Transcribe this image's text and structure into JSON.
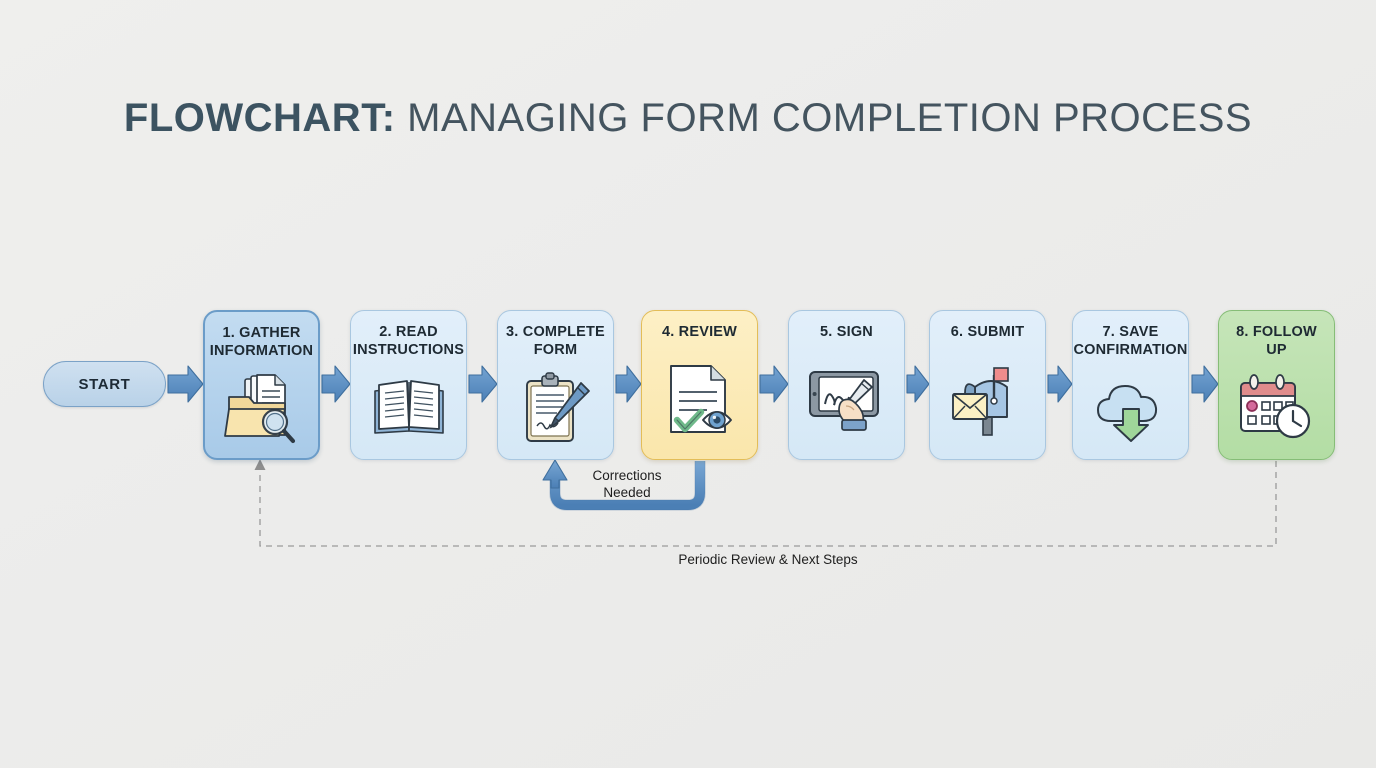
{
  "title": {
    "strong": "FLOWCHART:",
    "rest": " MANAGING FORM COMPLETION PROCESS"
  },
  "colors": {
    "background": "#ececeb",
    "title_text": "#44545f",
    "node_blue_fill": "#d8eaf7",
    "node_blue_border": "#a9c7e0",
    "node_highlight_fill": "#b8d4ec",
    "node_highlight_border": "#6b9cc8",
    "node_review_fill": "#fae6ab",
    "node_review_border": "#e3bd58",
    "node_followup_fill": "#b3dda4",
    "node_followup_border": "#86bd77",
    "arrow_fill": "#5b8fc4",
    "arrow_border": "#3f6f9e",
    "loop_arrow": "#5b8fc4",
    "dashed_line": "#9a9a9a"
  },
  "start": {
    "label": "START",
    "icon": "start-pill"
  },
  "steps": [
    {
      "id": "step-1",
      "label": "1. GATHER\nINFORMATION",
      "icon": "folder-search-icon",
      "style": "accent-blue"
    },
    {
      "id": "step-2",
      "label": "2. READ\nINSTRUCTIONS",
      "icon": "open-book-icon",
      "style": "plain"
    },
    {
      "id": "step-3",
      "label": "3. COMPLETE\nFORM",
      "icon": "clipboard-pen-icon",
      "style": "plain"
    },
    {
      "id": "step-4",
      "label": "4. REVIEW",
      "icon": "document-check-eye-icon",
      "style": "accent-yellow"
    },
    {
      "id": "step-5",
      "label": "5. SIGN",
      "icon": "tablet-signature-icon",
      "style": "plain"
    },
    {
      "id": "step-6",
      "label": "6. SUBMIT",
      "icon": "mailbox-envelope-icon",
      "style": "plain"
    },
    {
      "id": "step-7",
      "label": "7. SAVE\nCONFIRMATION",
      "icon": "cloud-download-icon",
      "style": "plain"
    },
    {
      "id": "step-8",
      "label": "8. FOLLOW\nUP",
      "icon": "calendar-clock-icon",
      "style": "accent-green"
    }
  ],
  "edges": {
    "corrections_label": "Corrections\nNeeded",
    "periodic_label": "Periodic Review & Next Steps"
  },
  "chart_data": {
    "type": "diagram",
    "diagram_type": "flowchart",
    "title": "FLOWCHART: MANAGING FORM COMPLETION PROCESS",
    "orientation": "left-to-right",
    "nodes": [
      {
        "key": "start",
        "text": "START",
        "shape": "pill",
        "fill": "#c4dbee"
      },
      {
        "key": "s1",
        "text": "1. GATHER INFORMATION",
        "shape": "rounded-rect",
        "fill": "#b8d4ec"
      },
      {
        "key": "s2",
        "text": "2. READ INSTRUCTIONS",
        "shape": "rounded-rect",
        "fill": "#d8eaf7"
      },
      {
        "key": "s3",
        "text": "3. COMPLETE FORM",
        "shape": "rounded-rect",
        "fill": "#d8eaf7"
      },
      {
        "key": "s4",
        "text": "4. REVIEW",
        "shape": "rounded-rect",
        "fill": "#fae6ab"
      },
      {
        "key": "s5",
        "text": "5. SIGN",
        "shape": "rounded-rect",
        "fill": "#d8eaf7"
      },
      {
        "key": "s6",
        "text": "6. SUBMIT",
        "shape": "rounded-rect",
        "fill": "#d8eaf7"
      },
      {
        "key": "s7",
        "text": "7. SAVE CONFIRMATION",
        "shape": "rounded-rect",
        "fill": "#d8eaf7"
      },
      {
        "key": "s8",
        "text": "8. FOLLOW UP",
        "shape": "rounded-rect",
        "fill": "#b3dda4"
      }
    ],
    "edges": [
      {
        "from": "start",
        "to": "s1",
        "label": "",
        "style": "solid-block-arrow"
      },
      {
        "from": "s1",
        "to": "s2",
        "label": "",
        "style": "solid-block-arrow"
      },
      {
        "from": "s2",
        "to": "s3",
        "label": "",
        "style": "solid-block-arrow"
      },
      {
        "from": "s3",
        "to": "s4",
        "label": "",
        "style": "solid-block-arrow"
      },
      {
        "from": "s4",
        "to": "s5",
        "label": "",
        "style": "solid-block-arrow"
      },
      {
        "from": "s5",
        "to": "s6",
        "label": "",
        "style": "solid-block-arrow"
      },
      {
        "from": "s6",
        "to": "s7",
        "label": "",
        "style": "solid-block-arrow"
      },
      {
        "from": "s7",
        "to": "s8",
        "label": "",
        "style": "solid-block-arrow"
      },
      {
        "from": "s4",
        "to": "s3",
        "label": "Corrections Needed",
        "style": "solid-loop-back"
      },
      {
        "from": "s8",
        "to": "s1",
        "label": "Periodic Review & Next Steps",
        "style": "dashed-loop-back"
      }
    ]
  }
}
